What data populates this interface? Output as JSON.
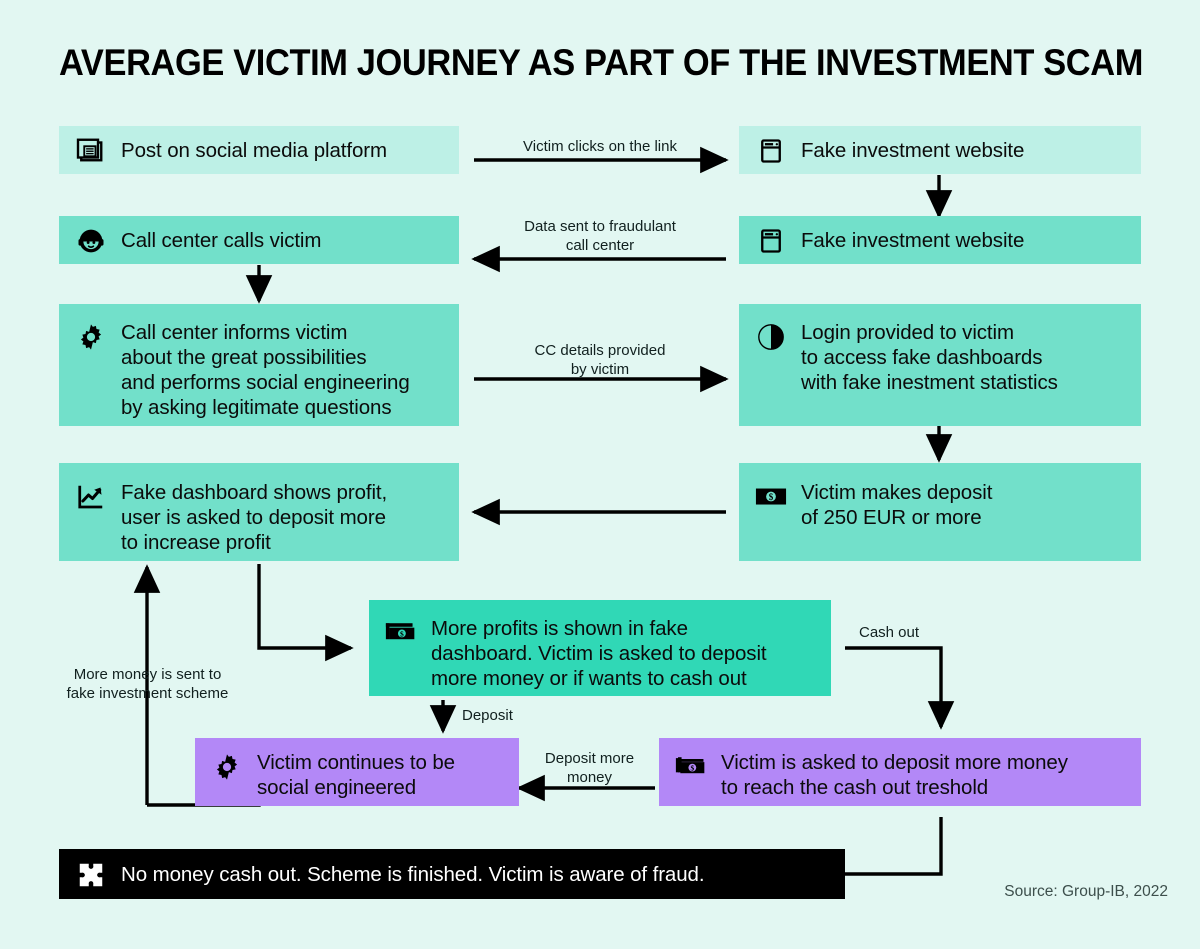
{
  "header": {
    "title": "AVERAGE VICTIM JOURNEY AS PART OF THE INVESTMENT SCAM"
  },
  "footer": {
    "source": "Source: Group-IB, 2022"
  },
  "colors": {
    "background": "#e2f7f2",
    "mint": "#bdf0e6",
    "teal": "#72e0ca",
    "teal_strong": "#30d8b6",
    "purple": "#b388f7",
    "black": "#000000",
    "text": "#0b0b0b"
  },
  "chart_data": {
    "type": "diagram",
    "title": "AVERAGE VICTIM JOURNEY AS PART OF THE INVESTMENT SCAM",
    "nodes": [
      {
        "id": "n1",
        "label": "Post on social media platform",
        "icon": "newspaper-icon",
        "color": "mint"
      },
      {
        "id": "n2",
        "label": "Fake investment website",
        "icon": "browser-window-icon",
        "color": "mint"
      },
      {
        "id": "n3",
        "label": "Call center calls victim",
        "icon": "headset-agent-icon",
        "color": "teal"
      },
      {
        "id": "n4",
        "label": "Fake investment website",
        "icon": "browser-window-icon",
        "color": "teal"
      },
      {
        "id": "n5",
        "label": "Call center informs victim\nabout the great possibilities\nand performs social engineering\nby asking legitimate questions",
        "icon": "gear-icon",
        "color": "teal"
      },
      {
        "id": "n6",
        "label": "Login provided to victim\nto access fake dashboards\nwith fake inestment statistics",
        "icon": "pie-chart-icon",
        "color": "teal"
      },
      {
        "id": "n7",
        "label": "Fake dashboard shows profit,\nuser is asked to deposit more\nto increase profit",
        "icon": "trending-up-icon",
        "color": "teal"
      },
      {
        "id": "n8",
        "label": "Victim makes deposit\nof 250 EUR or more",
        "icon": "banknote-icon",
        "color": "teal"
      },
      {
        "id": "n9",
        "label": "More profits is shown in fake\ndashboard. Victim is asked to deposit\nmore money or if wants to cash out",
        "icon": "banknotes-stack-icon",
        "color": "teal_strong"
      },
      {
        "id": "n10",
        "label": "Victim continues to be\nsocial engineered",
        "icon": "gear-icon",
        "color": "purple"
      },
      {
        "id": "n11",
        "label": "Victim is asked to deposit more money\nto reach the cash out treshold",
        "icon": "banknotes-stack-icon",
        "color": "purple"
      },
      {
        "id": "n12",
        "label": "No money cash out. Scheme is finished. Victim is aware of fraud.",
        "icon": "puzzle-piece-icon",
        "color": "black"
      }
    ],
    "edges": [
      {
        "from": "n1",
        "to": "n2",
        "label": "Victim clicks on the link"
      },
      {
        "from": "n2",
        "to": "n4",
        "label": ""
      },
      {
        "from": "n4",
        "to": "n3",
        "label": "Data sent to fraudulant\ncall center"
      },
      {
        "from": "n3",
        "to": "n5",
        "label": ""
      },
      {
        "from": "n5",
        "to": "n6",
        "label": "CC details provided\nby victim"
      },
      {
        "from": "n6",
        "to": "n8",
        "label": ""
      },
      {
        "from": "n8",
        "to": "n7",
        "label": ""
      },
      {
        "from": "n7",
        "to": "n9",
        "label": ""
      },
      {
        "from": "n9",
        "to": "n10",
        "label": "Deposit"
      },
      {
        "from": "n9",
        "to": "n11",
        "label": "Cash out"
      },
      {
        "from": "n11",
        "to": "n10",
        "label": "Deposit more\nmoney"
      },
      {
        "from": "n10",
        "to": "n7",
        "label": "More money is sent to\nfake investment scheme"
      },
      {
        "from": "n11",
        "to": "n12",
        "label": ""
      }
    ],
    "edge_labels": [
      "Victim clicks on the link",
      "Data sent to fraudulant\ncall center",
      "CC details provided\nby victim",
      "More money is sent to\nfake investment scheme",
      "Deposit",
      "Cash out",
      "Deposit more\nmoney"
    ]
  }
}
